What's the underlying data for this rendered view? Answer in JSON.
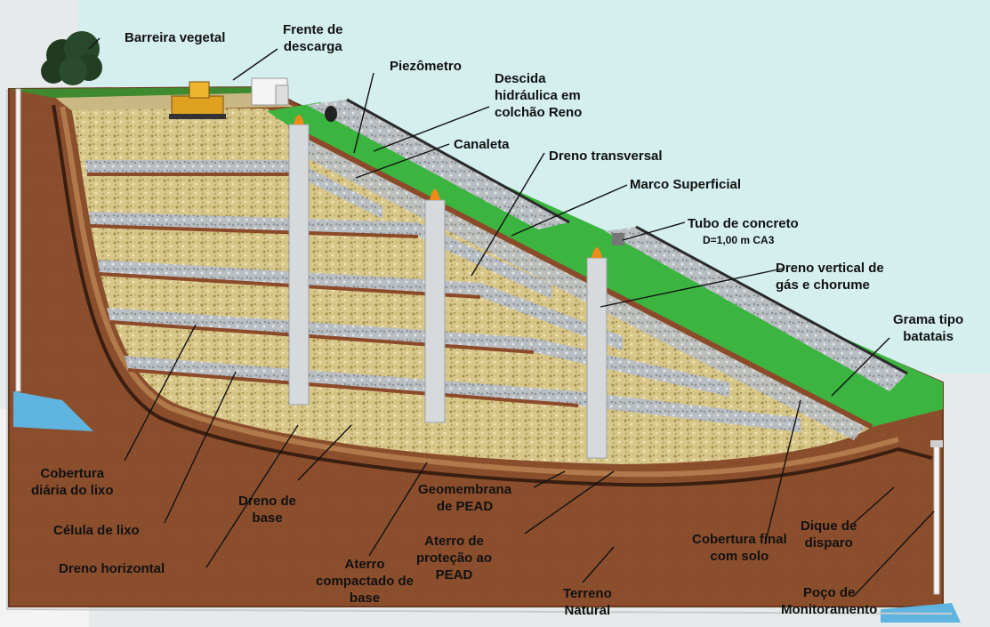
{
  "labels": {
    "barreira_vegetal": "Barreira vegetal",
    "frente_descarga": "Frente de\ndescarga",
    "piezometro": "Piezômetro",
    "descida_hidraulica": "Descida\nhidráulica em\ncolchão Reno",
    "canaleta": "Canaleta",
    "dreno_transversal": "Dreno transversal",
    "marco_superficial": "Marco Superficial",
    "tubo_concreto": "Tubo de concreto",
    "tubo_concreto_spec": "D=1,00 m CA3",
    "dreno_vertical": "Dreno vertical de\ngás e chorume",
    "grama": "Grama tipo\nbatatais",
    "cobertura_diaria": "Cobertura\ndiária do lixo",
    "celula_lixo": "Célula de lixo",
    "dreno_horizontal": "Dreno horizontal",
    "dreno_base": "Dreno de\nbase",
    "aterro_compactado": "Aterro\ncompactado de\nbase",
    "geomembrana": "Geomembrana\nde PEAD",
    "aterro_protecao": "Aterro de\nproteção ao\nPEAD",
    "terreno_natural": "Terreno\nNatural",
    "cobertura_final": "Cobertura final\ncom solo",
    "dique_disparo": "Dique de\ndisparo",
    "poco_monitoramento": "Poço de\nMonitoramento"
  },
  "colors": {
    "sky": "#d7efef",
    "soil": "#8b4e2d",
    "grass": "#36b23a",
    "waste": "#d9c886",
    "gravel": "#b9bec2",
    "water": "#5fb4e0"
  }
}
